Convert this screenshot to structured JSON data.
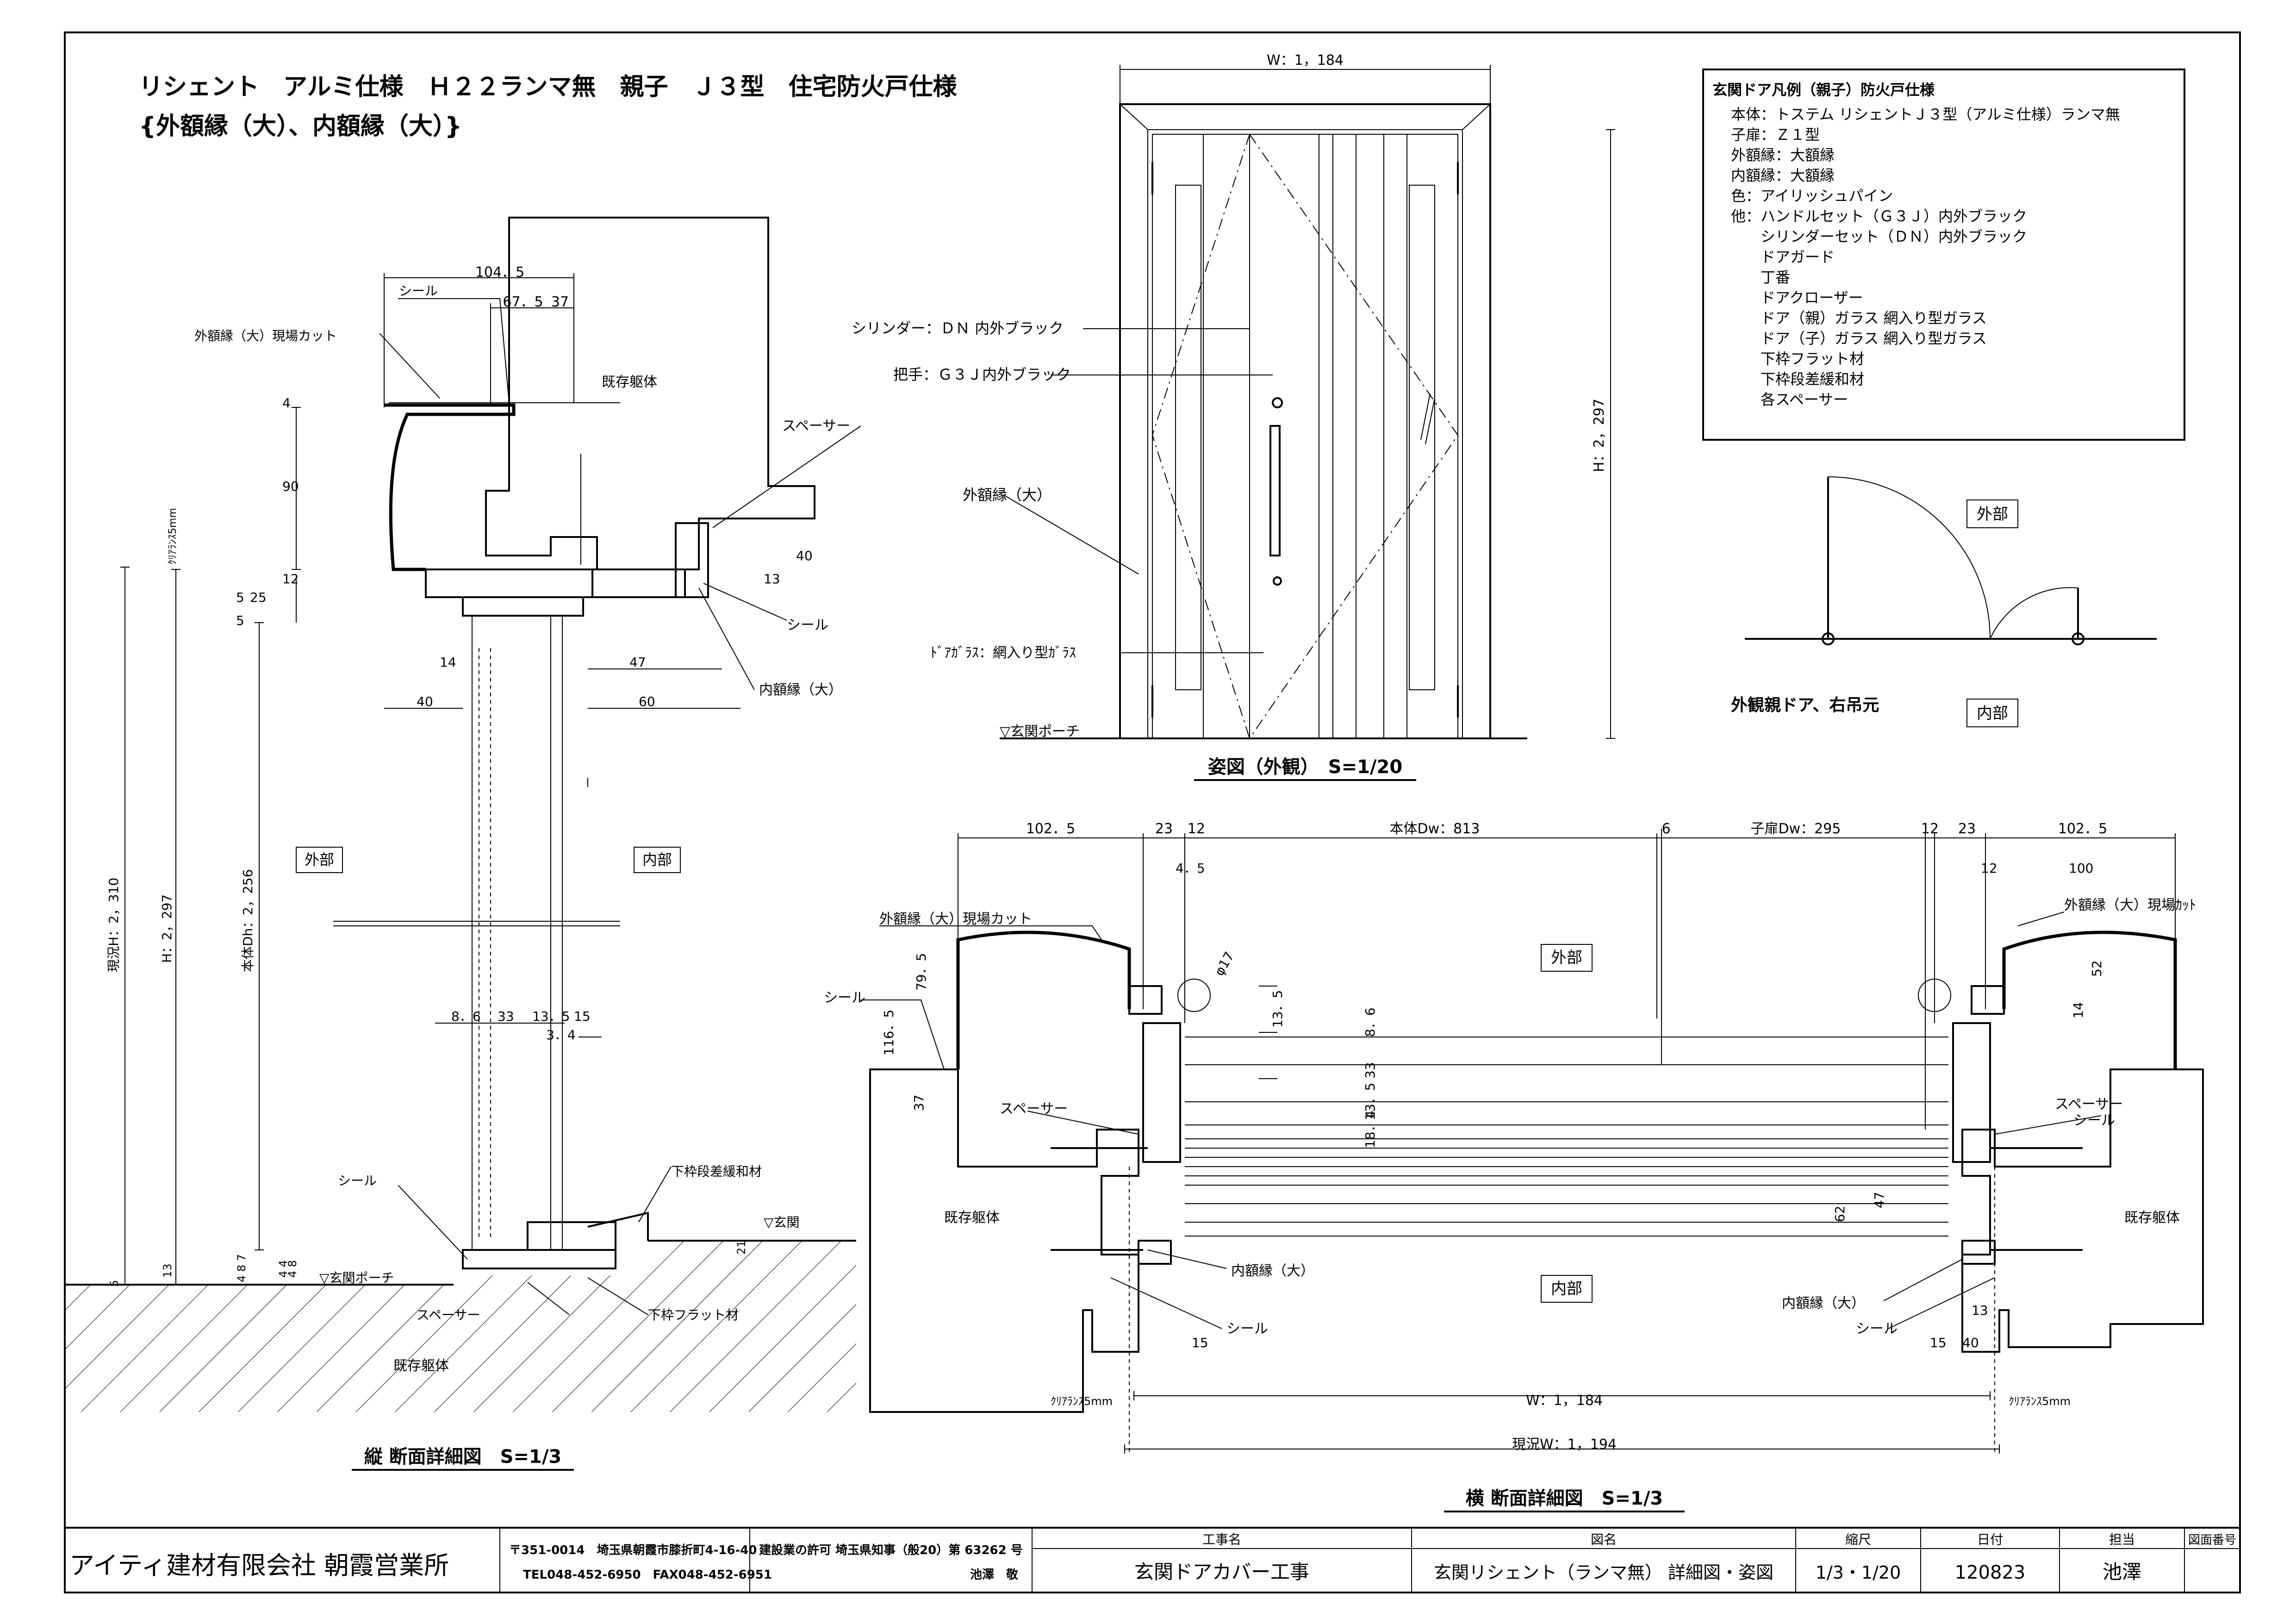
{
  "title": {
    "line1": "リシェント　アルミ仕様　Ｈ２２ランマ無　親子　Ｊ３型　住宅防火戸仕様",
    "line2": "{外額縁（大）、内額縁（大）}"
  },
  "vertical_section": {
    "caption": "縦 断面詳細図　S=1/3",
    "labels": {
      "seal": "シール",
      "outer_frame_cut": "外額縁（大）現場カット",
      "existing_body": "既存躯体",
      "spacer": "スペーサー",
      "seal2": "シール",
      "inner_frame": "内額縁（大）",
      "outside": "外部",
      "inside": "内部",
      "clearance": "ｸﾘｱﾗﾝｽ5mm",
      "current_h": "現況H：2，310",
      "h": "H：2，297",
      "body_dh": "本体Dh：2，256",
      "sill_adjust": "下枠段差緩和材",
      "entrance": "▽玄関",
      "seal3": "シール",
      "porch": "▽玄関ポーチ",
      "spacer2": "スペーサー",
      "sill_flat": "下枠フラット材",
      "existing_body2": "既存躯体"
    },
    "dims": {
      "d104_5": "104．5",
      "d67_5": "67．5",
      "d37": "37",
      "d4": "4",
      "d90": "90",
      "d12": "12",
      "d25": "25",
      "d5a": "5",
      "d5b": "5",
      "d40a": "40",
      "d13": "13",
      "d14": "14",
      "d47": "47",
      "d40b": "40",
      "d60": "60",
      "d8_6": "8．6",
      "d33": "33",
      "d13_5": "13．5",
      "d15": "15",
      "d3_4": "3．4",
      "d21": "21",
      "d4_8_7": "4 8 7",
      "d4_4": "4 4",
      "d4_8": "4 8",
      "d13b": "13",
      "d5c": "5"
    }
  },
  "elevation": {
    "caption": "姿図（外観）　S=1/20",
    "width": "W：1，184",
    "height": "H：2，297",
    "labels": {
      "cylinder": "シリンダー：ＤＮ 内外ブラック",
      "handle": "把手：Ｇ３Ｊ内外ブラック",
      "outer_frame": "外額縁（大）",
      "door_glass": "ﾄﾞｱｶﾞﾗｽ：網入り型ｶﾞﾗｽ",
      "porch": "▽玄関ポーチ"
    }
  },
  "legend": {
    "title": "玄関ドア凡例（親子）防火戸仕様",
    "items": [
      "本体：トステム リシェントＪ３型（アルミ仕様）ランマ無",
      "子扉：Ｚ１型",
      "外額縁：大額縁",
      "内額縁：大額縁",
      "色：アイリッシュパイン",
      "他：ハンドルセット（Ｇ３Ｊ）内外ブラック",
      "　　シリンダーセット（ＤＮ）内外ブラック",
      "　　ドアガード",
      "　　丁番",
      "　　ドアクローザー",
      "　　ドア（親）ガラス 網入り型ガラス",
      "　　ドア（子）ガラス 網入り型ガラス",
      "　　下枠フラット材",
      "　　下枠段差緩和材",
      "　　各スペーサー"
    ]
  },
  "swing": {
    "outside": "外部",
    "inside": "内部",
    "caption": "外観親ドア、右吊元"
  },
  "horizontal_section": {
    "caption": "横 断面詳細図　S=1/3",
    "labels": {
      "outer_frame_cut_l": "外額縁（大）現場カット",
      "outer_frame_cut_r": "外額縁（大）現場ｶｯﾄ",
      "seal_l": "シール",
      "outside": "外部",
      "inside": "内部",
      "spacer_l": "スペーサー",
      "spacer_r": "スペーサー",
      "seal_r": "シール",
      "existing_l": "既存躯体",
      "existing_r": "既存躯体",
      "inner_frame_l": "内額縁（大）",
      "inner_frame_r": "内額縁（大）",
      "seal_bl": "シール",
      "seal_br": "シール",
      "clear_l": "ｸﾘｱﾗﾝｽ5mm",
      "clear_r": "ｸﾘｱﾗﾝｽ5mm",
      "w": "W：1，184",
      "current_w": "現況W：1，194"
    },
    "dims": {
      "d102_5a": "102．5",
      "d23a": "23",
      "d12a": "12",
      "body_dw": "本体Dw：813",
      "d6": "6",
      "child_dw": "子扉Dw：295",
      "d12b": "12",
      "d23b": "23",
      "d102_5b": "102．5",
      "d4_5": "4．5",
      "phi17": "φ17",
      "d12c": "12",
      "d100": "100",
      "d79_5": "79．5",
      "d116_5": "116．5",
      "d37": "37",
      "d13_5a": "13．5",
      "d8_6": "8．6",
      "d33": "33",
      "d13_5b": "13．5",
      "d18_4": "18．4",
      "d52": "52",
      "d14": "14",
      "d62": "62",
      "d47": "47",
      "d13": "13",
      "d15a": "15",
      "d15b": "15",
      "d40": "40"
    }
  },
  "title_block": {
    "company": "アイティ建材有限会社 朝霞営業所",
    "address1": "〒351-0014　埼玉県朝霞市膝折町4-16-40",
    "address2": "TEL048-452-6950　FAX048-452-6951",
    "license1": "建設業の許可 埼玉県知事（般20）第 63262 号",
    "license2": "池澤　敬",
    "project_h": "工事名",
    "project": "玄関ドアカバー工事",
    "drawing_h": "図名",
    "drawing": "玄関リシェント（ランマ無） 詳細図・姿図",
    "scale_h": "縮尺",
    "scale": "1/3・1/20",
    "date_h": "日付",
    "date": "120823",
    "person_h": "担当",
    "person": "池澤",
    "number_h": "図面番号",
    "number": ""
  }
}
